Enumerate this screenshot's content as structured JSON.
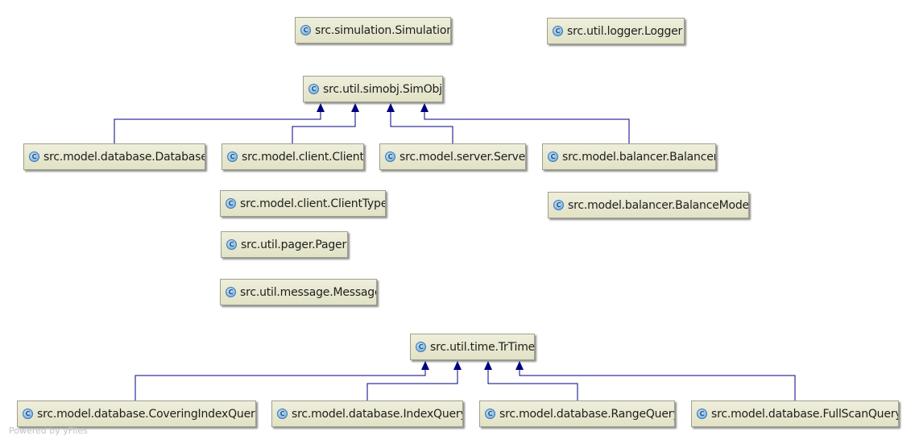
{
  "icon": {
    "name": "class-c-icon",
    "glyph": "C",
    "color": "#5f9fd6"
  },
  "edge_color": "#000080",
  "nodes": {
    "simulation": "src.simulation.Simulation",
    "logger": "src.util.logger.Logger",
    "simobj": "src.util.simobj.SimObj",
    "database": "src.model.database.Database",
    "client": "src.model.client.Client",
    "server": "src.model.server.Server",
    "balancer": "src.model.balancer.Balancer",
    "clienttype": "src.model.client.ClientType",
    "balancemode": "src.model.balancer.BalanceMode",
    "pager": "src.util.pager.Pager",
    "message": "src.util.message.Message",
    "trtime": "src.util.time.TrTime",
    "coveringindexquery": "src.model.database.CoveringIndexQuery",
    "indexquery": "src.model.database.IndexQuery",
    "rangequery": "src.model.database.RangeQuery",
    "fullscanquery": "src.model.database.FullScanQuery"
  },
  "edges": [
    {
      "from": "database",
      "to": "simobj"
    },
    {
      "from": "client",
      "to": "simobj"
    },
    {
      "from": "server",
      "to": "simobj"
    },
    {
      "from": "balancer",
      "to": "simobj"
    },
    {
      "from": "coveringindexquery",
      "to": "trtime"
    },
    {
      "from": "indexquery",
      "to": "trtime"
    },
    {
      "from": "rangequery",
      "to": "trtime"
    },
    {
      "from": "fullscanquery",
      "to": "trtime"
    }
  ],
  "footer": "Powered by yFiles"
}
